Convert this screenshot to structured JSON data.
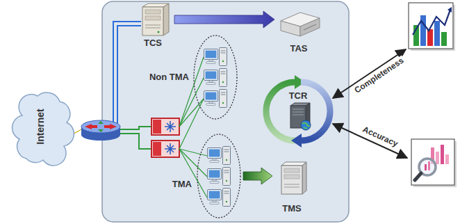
{
  "diagram": {
    "nodes": [
      {
        "text": [
          "Internet"
        ]
      },
      {
        "text": [
          "TCS"
        ]
      },
      {
        "text": [
          "TAS"
        ]
      },
      {
        "text": [
          "Non TMA"
        ]
      },
      {
        "text": [
          "TCR"
        ]
      },
      {
        "text": [
          "TMA"
        ]
      },
      {
        "text": [
          "TMS"
        ]
      }
    ],
    "edges": [
      {
        "from": 1,
        "to": 2,
        "arrow": "to"
      },
      {
        "from": 5,
        "to": 6,
        "arrow": "to"
      }
    ],
    "labels": [
      "Completeness",
      "Accuracy"
    ]
  }
}
